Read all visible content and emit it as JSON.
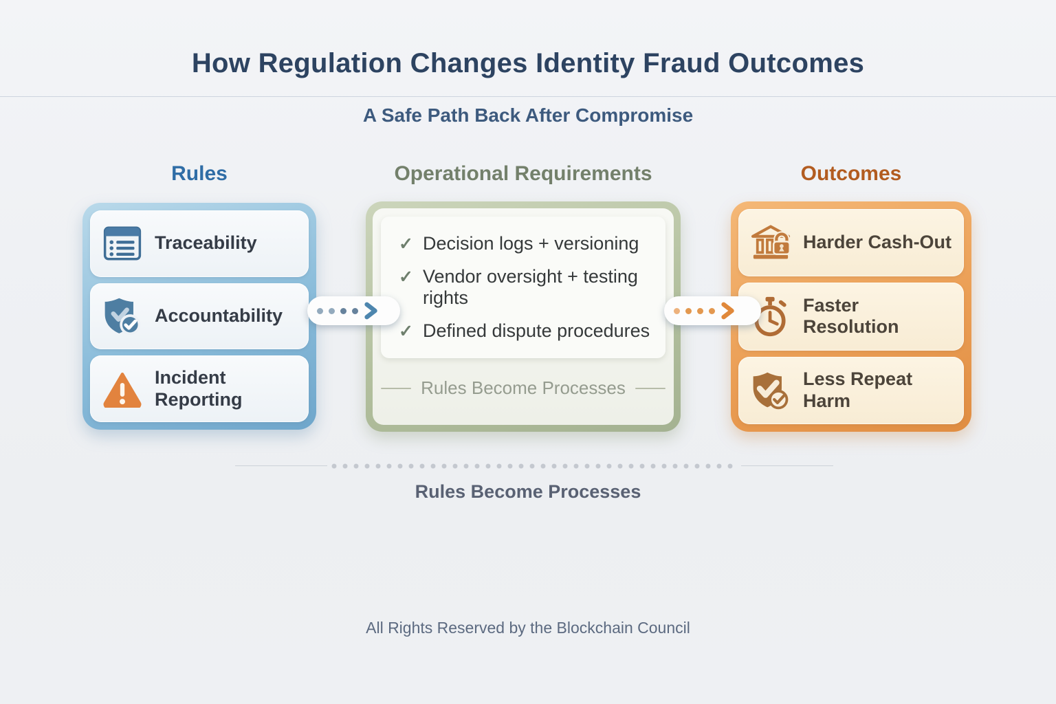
{
  "title": "How Regulation Changes Identity Fraud Outcomes",
  "subtitle": "A Safe Path Back After Compromise",
  "columns": {
    "rules": {
      "header": "Rules",
      "items": [
        {
          "icon": "list-icon",
          "label": "Traceability"
        },
        {
          "icon": "shield-check-icon",
          "label": "Accountability"
        },
        {
          "icon": "warning-triangle-icon",
          "label": "Incident Reporting"
        }
      ]
    },
    "operational": {
      "header": "Operational Requirements",
      "check_glyph": "✓",
      "items": [
        {
          "label": "Decision logs + versioning"
        },
        {
          "label": "Vendor oversight + testing rights"
        },
        {
          "label": "Defined dispute procedures"
        }
      ],
      "caption": "Rules Become Processes"
    },
    "outcomes": {
      "header": "Outcomes",
      "items": [
        {
          "icon": "bank-lock-icon",
          "label": "Harder Cash-Out"
        },
        {
          "icon": "stopwatch-icon",
          "label": "Faster Resolution"
        },
        {
          "icon": "shield-badge-icon",
          "label": "Less Repeat Harm"
        }
      ]
    }
  },
  "flow": {
    "divider_caption": "Rules Become Processes"
  },
  "footer": "All Rights Reserved by the Blockchain Council",
  "colors": {
    "title": "#2d4361",
    "subtitle": "#3d5a7e",
    "rules_header": "#2f6da6",
    "rules_border": "#8abcda",
    "rules_icon": "#4b7da6",
    "warning_icon": "#e2833e",
    "operational_header": "#73806b",
    "operational_border": "#b3c09e",
    "check": "#6e7f6d",
    "outcomes_header": "#b25c20",
    "outcomes_border": "#eb9f56",
    "outcomes_icon": "#b9763c",
    "arrow_blue": "#4d86ae",
    "arrow_orange": "#e0883a"
  }
}
